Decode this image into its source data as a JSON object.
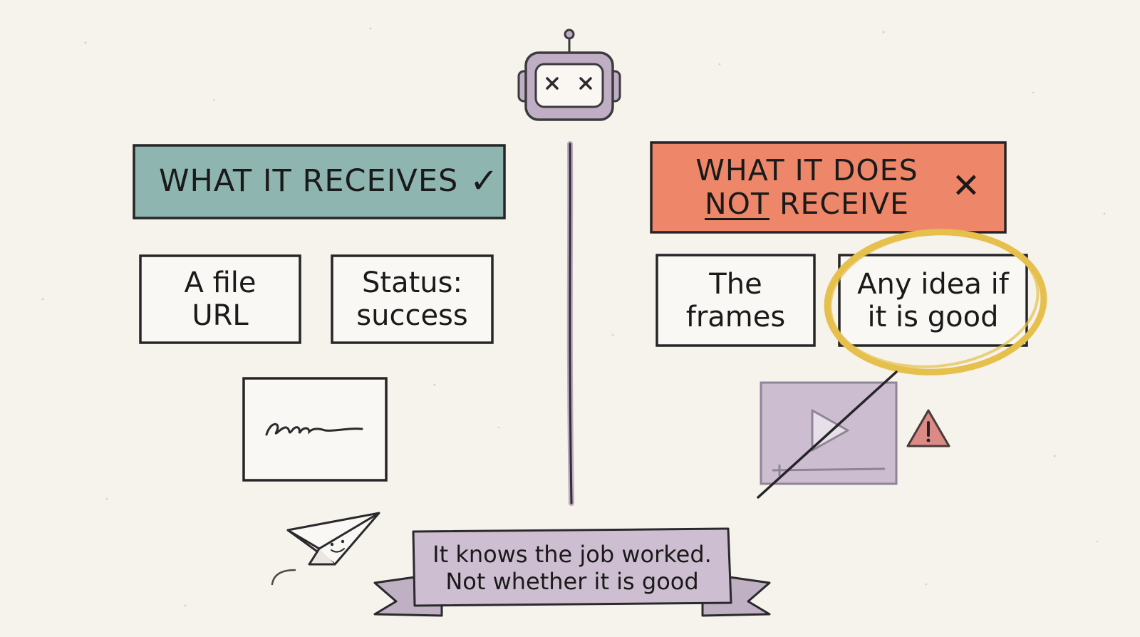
{
  "received": {
    "header": "WHAT IT RECEIVES",
    "header_icon": "check-icon",
    "items": [
      {
        "line1": "A file",
        "line2": "URL"
      },
      {
        "line1": "Status:",
        "line2": "success"
      }
    ],
    "extra_icon": "squiggle-document-icon"
  },
  "not_received": {
    "header_line1": "WHAT IT DOES",
    "header_not": "NOT",
    "header_rest": "RECEIVE",
    "header_icon": "x-icon",
    "items": [
      {
        "line1": "The",
        "line2": "frames"
      },
      {
        "line1": "Any idea if",
        "line2": "it is good"
      }
    ],
    "extra_icon": "crossed-video-icon",
    "warning_icon": "warning-icon"
  },
  "robot_icon": "robot-icon",
  "paper_plane_icon": "paper-plane-icon",
  "banner": {
    "line1": "It knows the job worked.",
    "line2": "Not whether it is good"
  },
  "colors": {
    "background": "#f6f2ec",
    "received_header": "#8fb5b0",
    "not_received_header": "#ee8769",
    "highlight_circle": "#e6c04c",
    "banner": "#cdbfd1",
    "robot": "#bfaec4",
    "ink": "#1d1d1f"
  }
}
